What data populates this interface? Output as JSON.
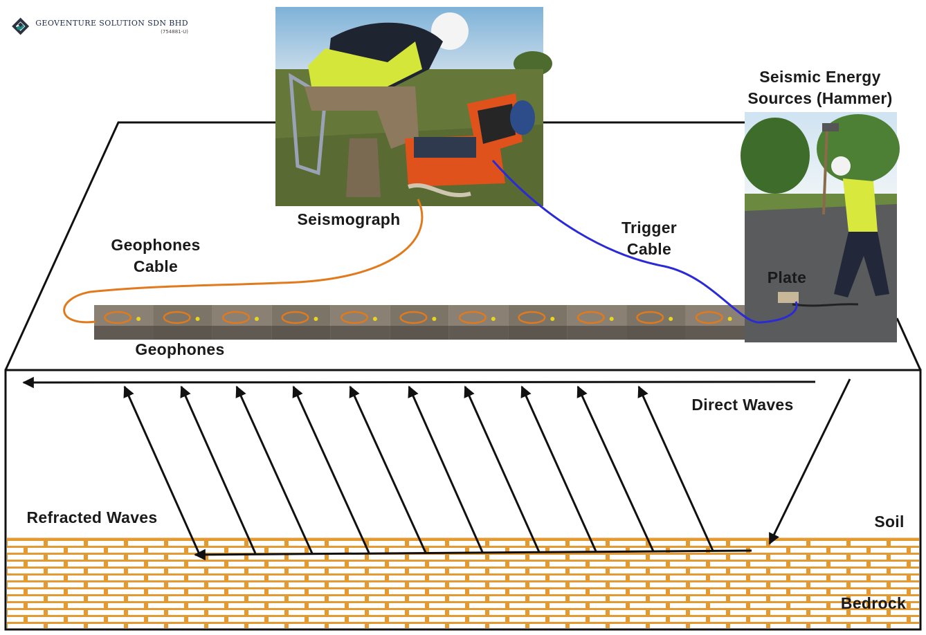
{
  "logo": {
    "name": "GEOVENTURE SOLUTION SDN BHD",
    "sub": "(754881-U)",
    "colors": {
      "dark": "#2c3340",
      "teal": "#1a8a82"
    }
  },
  "labels": {
    "seismograph": "Seismograph",
    "geophones_cable": "Geophones\nCable",
    "trigger_cable": "Trigger\nCable",
    "energy_source": "Seismic Energy\nSources (Hammer)",
    "plate": "Plate",
    "geophones": "Geophones",
    "direct_waves": "Direct Waves",
    "refracted_waves": "Refracted Waves",
    "soil": "Soil",
    "bedrock": "Bedrock"
  },
  "colors": {
    "geophone_cable": "#e07a1c",
    "trigger_cable": "#2a2ad6",
    "brick_mortar": "#e39a32",
    "brick_fill": "#ffffff",
    "outline": "#111111"
  },
  "photos": {
    "seismograph": "photo-of-operator-with-orange-seismograph-case",
    "hammer": "photo-of-worker-striking-plate-with-sledgehammer",
    "geophone_strip": "strip-of-geophone-field-photos"
  },
  "geophone_count": 11,
  "refracted_ray_count": 10
}
